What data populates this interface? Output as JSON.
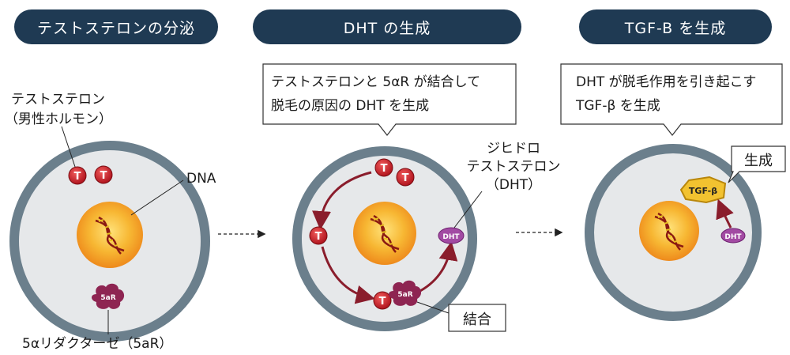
{
  "headers": {
    "step1": "テストステロンの分泌",
    "step2": "DHT の生成",
    "step3": "TGF-B を生成"
  },
  "panel1": {
    "testosterone_label_line1": "テストステロン",
    "testosterone_label_line2": "（男性ホルモン）",
    "dna_label": "DNA",
    "enzyme_label": "5αリダクターゼ（5aR）",
    "t_marker": "T",
    "enzyme_marker": "5aR"
  },
  "panel2": {
    "bubble_line1": "テストステロンと 5αR が結合して",
    "bubble_line2": "脱毛の原因の DHT を生成",
    "dht_label_line1": "ジヒドロ",
    "dht_label_line2": "テストステロン",
    "dht_label_line3": "（DHT）",
    "bind_label": "結合",
    "t_marker": "T",
    "enzyme_marker": "5aR",
    "dht_marker": "DHT"
  },
  "panel3": {
    "bubble_line1": "DHT が脱毛作用を引き起こす",
    "bubble_line2": "TGF-β を生成",
    "produce_label": "生成",
    "tgf_marker": "TGF-β",
    "dht_marker": "DHT"
  },
  "colors": {
    "header_bg": "#1f3a53",
    "cell_ring": "#6b7f8c",
    "cell_fill": "#e6e8ea",
    "nucleus": "#f5a623",
    "t_marker": "#c8202a",
    "enzyme": "#8e2552",
    "dht": "#a24aa3",
    "tgf": "#f2c230",
    "arrow": "#8a1d2c"
  }
}
